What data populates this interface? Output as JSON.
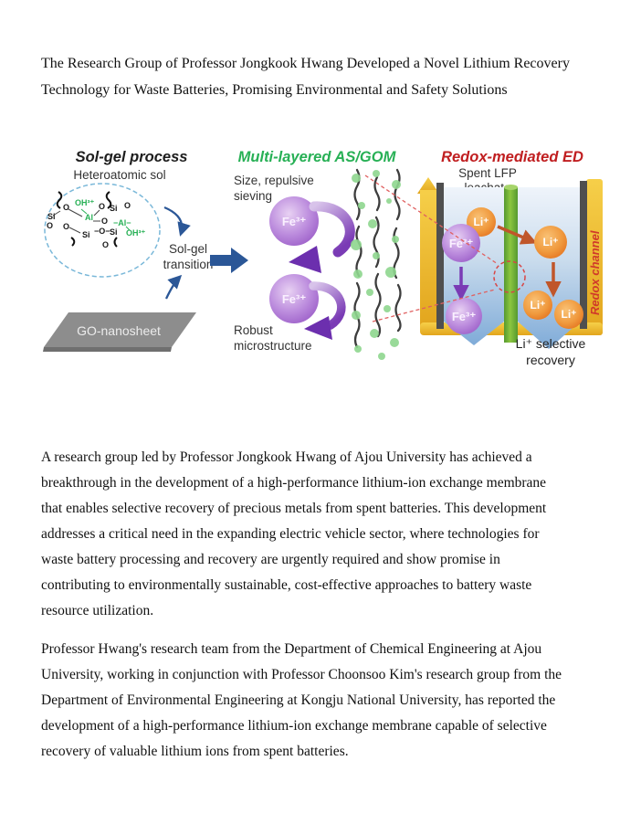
{
  "page": {
    "title_lines": [
      "The Research Group of Professor Jongkook Hwang Developed a Novel Lithium Recovery",
      "Technology for Waste Batteries, Promising Environmental and Safety Solutions"
    ]
  },
  "figure": {
    "solgel": {
      "title": "Sol-gel process",
      "subtitle": "Heteroatomic sol",
      "chem": [
        "Si",
        "O",
        "OH³⁺",
        "Al",
        "O",
        "Si",
        "O",
        "O",
        "−Al−",
        "OH³⁺",
        "O",
        "O",
        "Si",
        "−O−",
        "Si",
        "O"
      ],
      "transition_line1": "Sol-gel",
      "transition_line2": "transition",
      "nanosheet": "GO-nanosheet"
    },
    "membrane": {
      "title": "Multi-layered AS/GOM",
      "label_top_line1": "Size, repulsive",
      "label_top_line2": "sieving",
      "label_bottom_line1": "Robust",
      "label_bottom_line2": "microstructure",
      "ion_fe": "Fe³⁺"
    },
    "ed": {
      "title": "Redox-mediated ED",
      "label_top_line1": "Spent LFP",
      "label_top_line2": "leachate",
      "redox_channel": "Redox channel",
      "ion_li": "Li⁺",
      "ion_fe": "Fe³⁺",
      "recovery_line1": "Li⁺ selective",
      "recovery_line2": "recovery"
    },
    "colors": {
      "solgel_title": "#1d1d1d",
      "membrane_title": "#27b055",
      "ed_title": "#c01e20",
      "redox_channel_text": "#d03a2a",
      "arrow_blue": "#2b5797",
      "fe_purple": "#9e63c9",
      "li_orange": "#e87a22",
      "gold": "#eebc2e",
      "membrane_green": "#74b843"
    }
  },
  "body": {
    "paragraphs": [
      [
        "A research group led by Professor Jongkook Hwang of Ajou University has achieved a",
        "breakthrough in the development of a high-performance lithium-ion exchange membrane",
        "that enables selective recovery of precious metals from spent batteries. This development",
        "addresses a critical need in the expanding electric vehicle sector, where technologies for",
        "waste battery processing and recovery are urgently required and show promise in",
        "contributing to environmentally sustainable, cost-effective approaches to battery waste",
        "resource utilization."
      ],
      [
        "Professor Hwang's research team from the Department of Chemical Engineering at Ajou",
        "University, working in conjunction with Professor Choonsoo Kim's research group from the",
        "Department of Environmental Engineering at Kongju National University, has reported the",
        "development of a high-performance lithium-ion exchange membrane capable of selective",
        "recovery of valuable lithium ions from spent batteries."
      ]
    ]
  }
}
